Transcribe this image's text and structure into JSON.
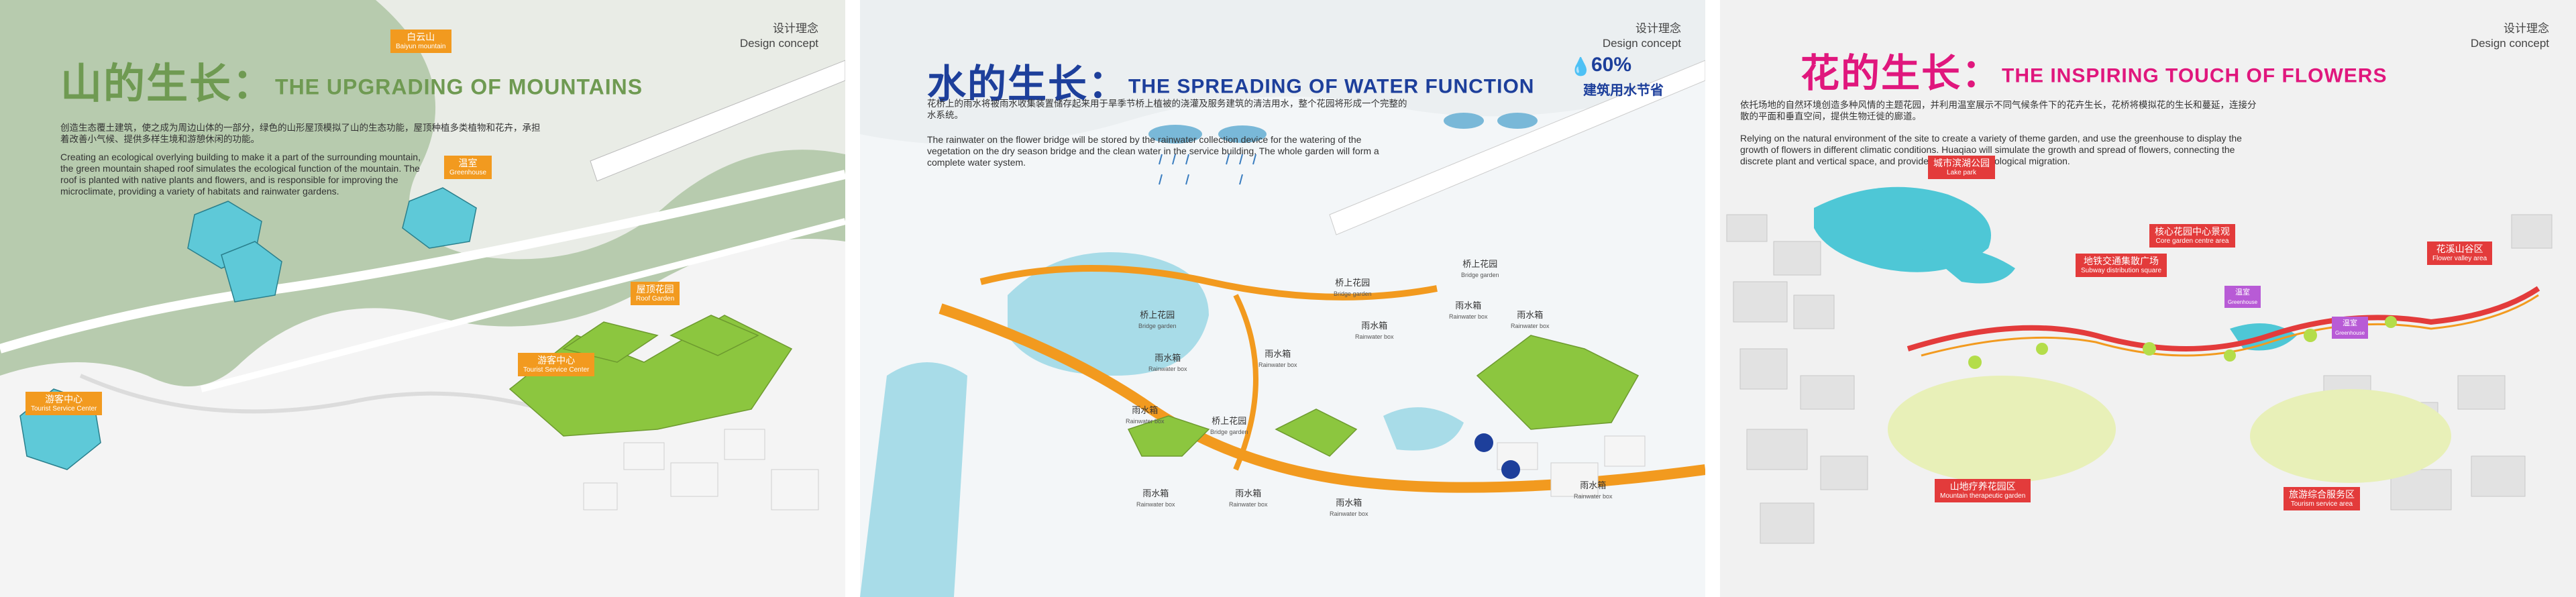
{
  "panels": {
    "mountains": {
      "design_concept_cn": "设计理念",
      "design_concept_en": "Design concept",
      "title_cn": "山的生长：",
      "title_en": "THE UPGRADING OF MOUNTAINS",
      "para_cn": "创造生态覆土建筑，使之成为周边山体的一部分，绿色的山形屋顶模拟了山的生态功能，屋顶种植多类植物和花卉，承担着改善小气候、提供多样生境和游憩休闲的功能。",
      "para_en": "Creating an ecological overlying building to make it a part of the surrounding mountain, the green mountain shaped roof simulates the ecological function of the mountain. The roof is planted with native plants and flowers, and is responsible for improving the microclimate, providing a variety of habitats and rainwater gardens.",
      "labels": [
        {
          "cn": "白云山",
          "en": "Baiyun mountain"
        },
        {
          "cn": "温室",
          "en": "Greenhouse"
        },
        {
          "cn": "屋顶花园",
          "en": "Roof Garden"
        },
        {
          "cn": "游客中心",
          "en": "Tourist Service Center"
        },
        {
          "cn": "游客中心",
          "en": "Tourist Service Center"
        }
      ],
      "colors": {
        "title": "#6f9a52",
        "accent": "#f29a1f"
      }
    },
    "water": {
      "design_concept_cn": "设计理念",
      "design_concept_en": "Design concept",
      "title_cn": "水的生长：",
      "title_en": "THE SPREADING OF WATER FUNCTION",
      "percent": "60%",
      "percent_caption": "建筑用水节省",
      "para_cn": "花桥上的雨水将被雨水收集装置储存起来用于旱季节桥上植被的浇灌及服务建筑的清洁用水，整个花园将形成一个完整的水系统。",
      "para_en": "The rainwater on the flower bridge will be stored by the rainwater collection device for the watering of the vegetation on the dry season bridge and the clean water in the service building. The whole garden will form a complete water system.",
      "labels": [
        {
          "cn": "桥上花园",
          "en": "Bridge garden"
        },
        {
          "cn": "桥上花园",
          "en": "Bridge garden"
        },
        {
          "cn": "桥上花园",
          "en": "Bridge garden"
        },
        {
          "cn": "桥上花园",
          "en": "Bridge garden"
        },
        {
          "cn": "雨水箱",
          "en": "Rainwater box"
        },
        {
          "cn": "雨水箱",
          "en": "Rainwater box"
        },
        {
          "cn": "雨水箱",
          "en": "Rainwater box"
        },
        {
          "cn": "雨水箱",
          "en": "Rainwater box"
        },
        {
          "cn": "雨水箱",
          "en": "Rainwater box"
        },
        {
          "cn": "雨水箱",
          "en": "Rainwater box"
        },
        {
          "cn": "雨水箱",
          "en": "Rainwater box"
        },
        {
          "cn": "雨水箱",
          "en": "Rainwater box"
        },
        {
          "cn": "雨水箱",
          "en": "Rainwater box"
        },
        {
          "cn": "雨水箱",
          "en": "Rainwater box"
        }
      ],
      "colors": {
        "title": "#1d3f9b",
        "accent": "#f29a1f",
        "water": "#9ed6e6"
      }
    },
    "flowers": {
      "design_concept_cn": "设计理念",
      "design_concept_en": "Design concept",
      "title_cn": "花的生长：",
      "title_en": "THE INSPIRING TOUCH OF FLOWERS",
      "para_cn": "依托场地的自然环境创造多种风情的主题花园，并利用温室展示不同气候条件下的花卉生长，花桥将模拟花的生长和蔓延，连接分散的平面和垂直空间，提供生物迁徙的廊道。",
      "para_en": "Relying on the natural environment of the site to create a variety of theme garden, and use the greenhouse to display the growth of flowers in different climatic conditions. Huaqiao will simulate the growth and spread of flowers, connecting the discrete plant and vertical space, and provide a corridor for biological migration.",
      "labels": [
        {
          "cn": "城市滨湖公园",
          "en": "Lake park"
        },
        {
          "cn": "核心花园中心景观",
          "en": "Core garden centre area"
        },
        {
          "cn": "地铁交通集散广场",
          "en": "Subway distribution square"
        },
        {
          "cn": "花溪山谷区",
          "en": "Flower valley area"
        },
        {
          "cn": "山地疗养花园区",
          "en": "Mountain therapeutic garden"
        },
        {
          "cn": "旅游综合服务区",
          "en": "Tourism service area"
        },
        {
          "cn": "温室",
          "en": "Greenhouse"
        },
        {
          "cn": "温室",
          "en": "Greenhouse"
        }
      ],
      "colors": {
        "title": "#e0177d",
        "accent": "#e33b3b",
        "purple": "#b85bd6"
      }
    }
  }
}
